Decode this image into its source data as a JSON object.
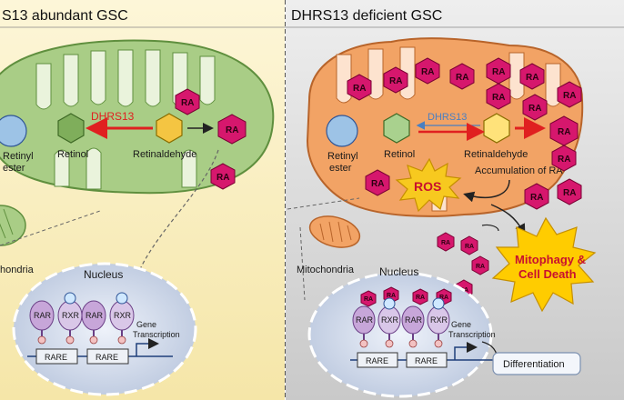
{
  "left_panel": {
    "title": "S13 abundant GSC",
    "enzyme": "DHRS13",
    "labels": {
      "retinyl_line1": "Retinyl",
      "retinyl_line2": "ester",
      "retinol": "Retinol",
      "retinaldehyde": "Retinaldehyde",
      "mitochondria": "hondria",
      "nucleus": "Nucleus",
      "gene_line1": "Gene",
      "gene_line2": "Transcription"
    }
  },
  "right_panel": {
    "title": "DHRS13 deficient GSC",
    "enzyme": "DHRS13",
    "labels": {
      "retinyl_line1": "Retinyl",
      "retinyl_line2": "ester",
      "retinol": "Retinol",
      "retinaldehyde": "Retinaldehyde",
      "accumulation": "Accumulation of RA",
      "ros": "ROS",
      "mitochondria": "Mitochondria",
      "nucleus": "Nucleus",
      "gene_line1": "Gene",
      "gene_line2": "Transcription",
      "mitophagy_line1": "Mitophagy &",
      "mitophagy_line2": "Cell Death",
      "differentiation": "Differentiation"
    }
  },
  "shared": {
    "ra": "RA",
    "rar": "RAR",
    "rxr": "RXR",
    "rare": "RARE"
  },
  "colors": {
    "left_bg": "#fbf1c6",
    "right_bg": "#d9d9d9",
    "mito_green": "#a9cd86",
    "mito_orange": "#f2a365",
    "ra_magenta": "#d6176d",
    "arrow_red": "#e02020",
    "arrow_blue": "#4a7fc1",
    "ros_yellow": "#f7c91f"
  }
}
